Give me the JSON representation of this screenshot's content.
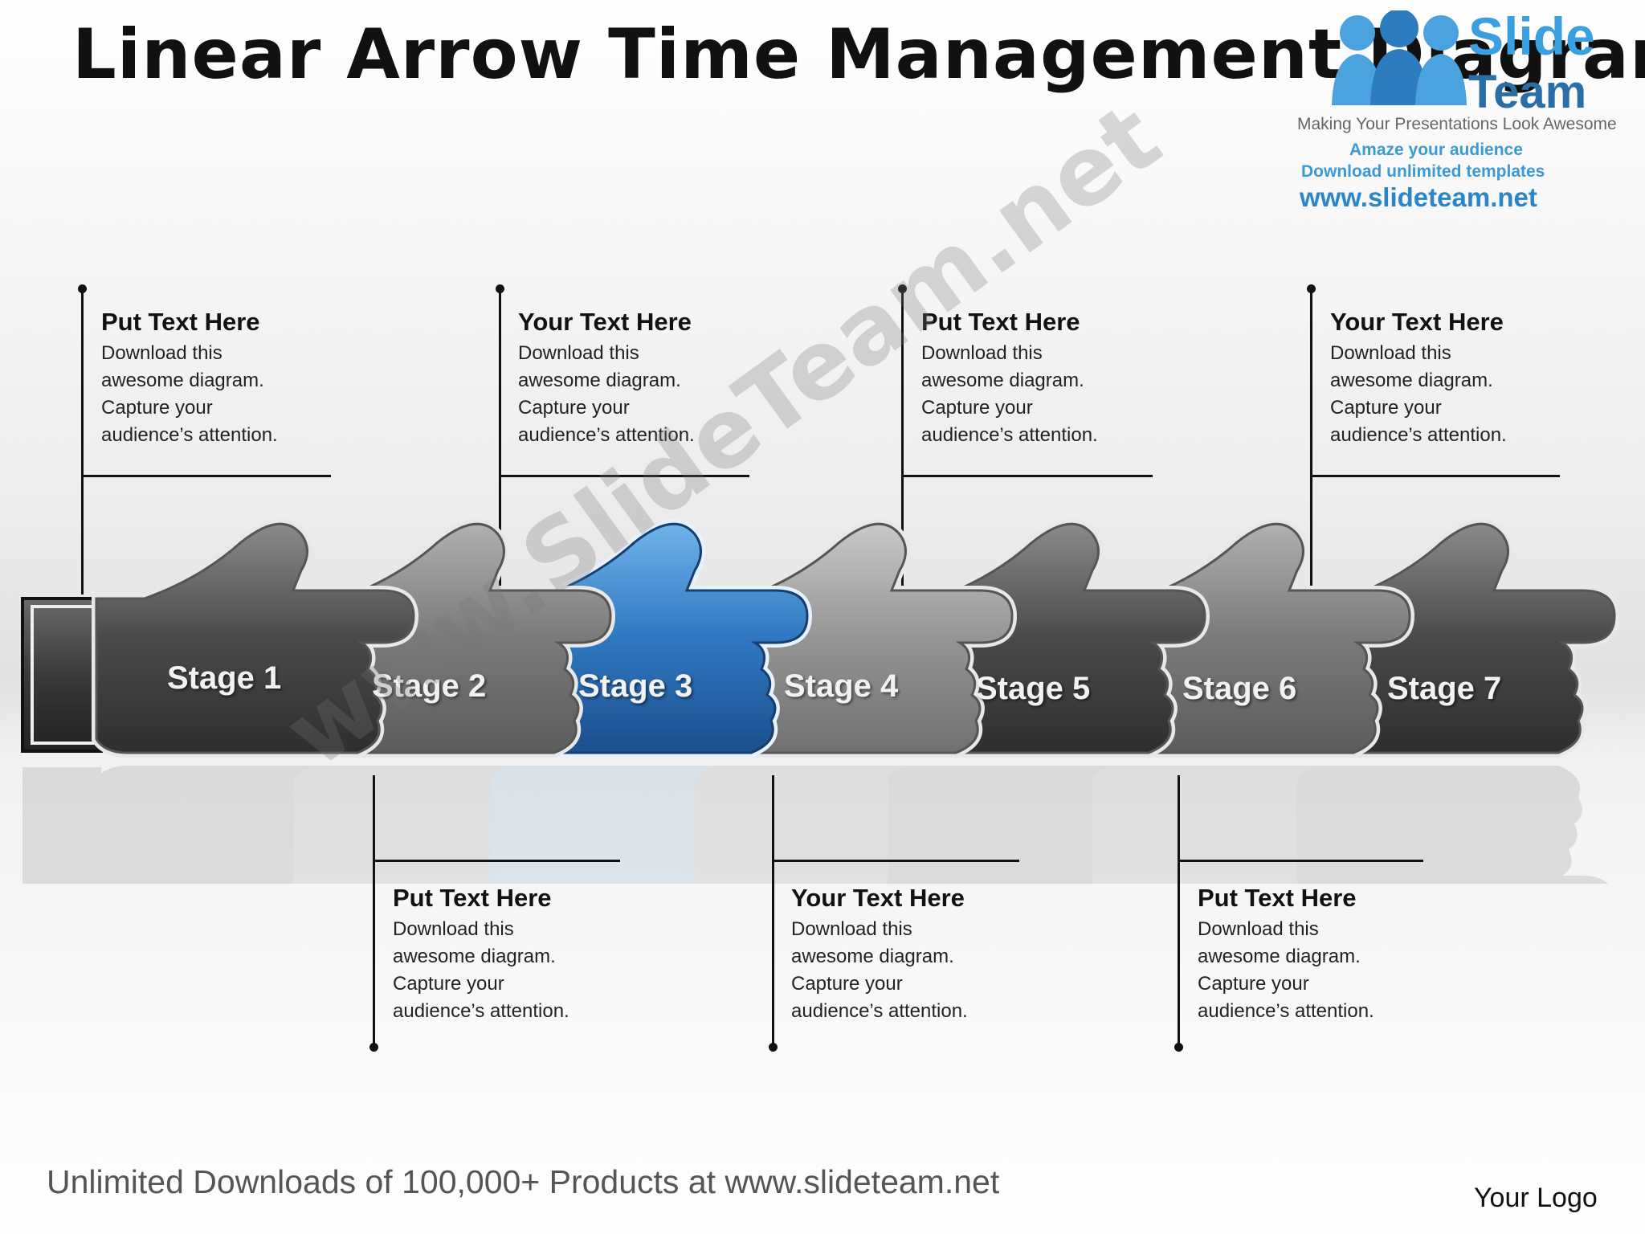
{
  "title": "Linear Arrow Time Management Diagram",
  "logo": {
    "slide": "Slide",
    "team": "Team",
    "tagline": "Making Your Presentations Look Awesome",
    "amaze": "Amaze your audience",
    "download": "Download unlimited templates",
    "url": "www.slideteam.net"
  },
  "stages": [
    "Stage 1",
    "Stage 2",
    "Stage 3",
    "Stage 4",
    "Stage 5",
    "Stage 6",
    "Stage 7"
  ],
  "highlight_color": "#2f6fb0",
  "callouts_top": [
    {
      "heading": "Put Text Here",
      "lines": [
        "Download this",
        "awesome diagram.",
        "Capture your",
        "audience’s attention."
      ]
    },
    {
      "heading": "Your Text Here",
      "lines": [
        "Download this",
        "awesome diagram.",
        "Capture your",
        "audience’s attention."
      ]
    },
    {
      "heading": "Put Text Here",
      "lines": [
        "Download this",
        "awesome diagram.",
        "Capture your",
        "audience’s attention."
      ]
    },
    {
      "heading": "Your Text Here",
      "lines": [
        "Download this",
        "awesome diagram.",
        "Capture your",
        "audience’s attention."
      ]
    }
  ],
  "callouts_bottom": [
    {
      "heading": "Put Text Here",
      "lines": [
        "Download this",
        "awesome diagram.",
        "Capture your",
        "audience’s attention."
      ]
    },
    {
      "heading": "Your Text Here",
      "lines": [
        "Download this",
        "awesome diagram.",
        "Capture your",
        "audience’s attention."
      ]
    },
    {
      "heading": "Put Text Here",
      "lines": [
        "Download this",
        "awesome diagram.",
        "Capture your",
        "audience’s attention."
      ]
    }
  ],
  "watermark": "www.SlideTeam.net",
  "footer": "Unlimited Downloads of 100,000+ Products at www.slideteam.net",
  "your_logo": "Your Logo"
}
